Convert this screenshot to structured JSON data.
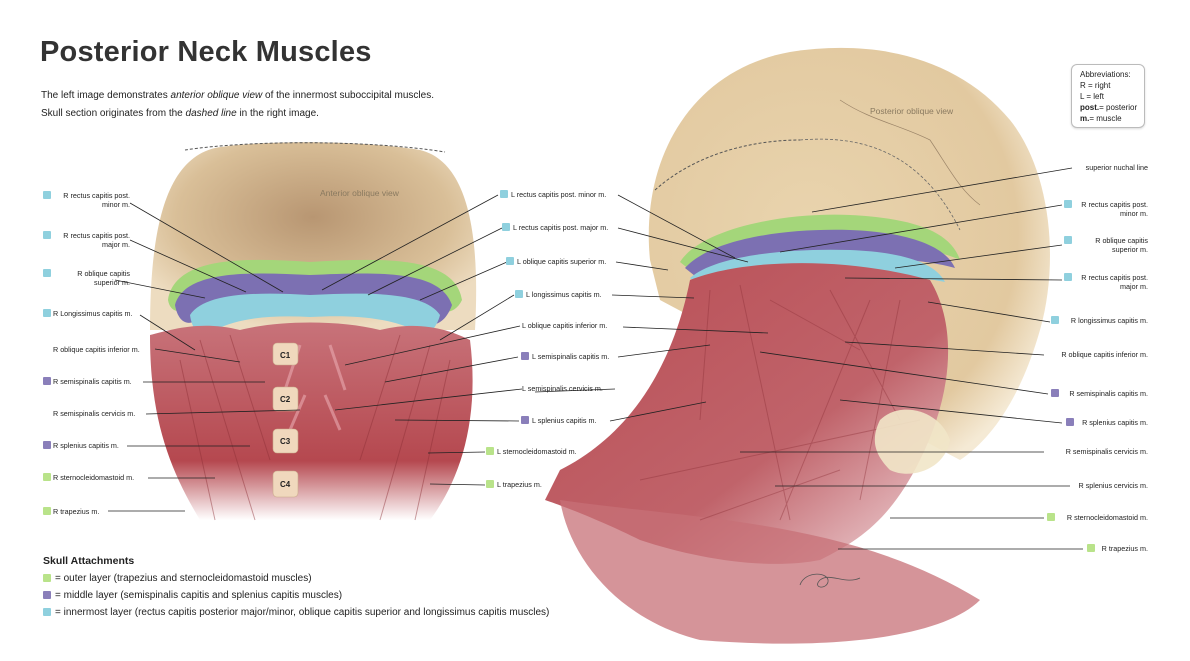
{
  "title": "Posterior Neck Muscles",
  "intro": {
    "line1_a": "The left image demonstrates ",
    "line1_em": "anterior oblique view",
    "line1_b": " of the innermost suboccipital muscles.",
    "line2_a": "Skull section originates from the ",
    "line2_em": "dashed line",
    "line2_b": " in the right image."
  },
  "abbreviations": {
    "heading": "Abbreviations:",
    "r": "R = right",
    "l": "L = left",
    "post_key": "post.",
    "post_val": "= posterior",
    "m_key": "m.",
    "m_val": "= muscle"
  },
  "views": {
    "left": "Anterior oblique view",
    "right": "Posterior oblique view"
  },
  "vertebrae": [
    "C1",
    "C2",
    "C3",
    "C4"
  ],
  "colors": {
    "outer": "#b9e38a",
    "middle": "#8a7fba",
    "innermost": "#8fd0de",
    "muscle": "#b5484f",
    "bone": "#e8d3b0"
  },
  "left_labels_left": [
    {
      "text": "R rectus capitis post.\nminor m.",
      "color": "innermost"
    },
    {
      "text": "R rectus capitis post.\nmajor m.",
      "color": "innermost"
    },
    {
      "text": "R oblique capitis\nsuperior m.",
      "color": "innermost"
    },
    {
      "text": "R Longissimus capitis m.",
      "color": "innermost"
    },
    {
      "text": "R oblique capitis inferior m.",
      "color": ""
    },
    {
      "text": "R semispinalis capitis m.",
      "color": "middle"
    },
    {
      "text": "R semispinalis cervicis m.",
      "color": ""
    },
    {
      "text": "R splenius capitis m.",
      "color": "middle"
    },
    {
      "text": "R sternocleidomastoid m.",
      "color": "outer"
    },
    {
      "text": "R trapezius m.",
      "color": "outer"
    }
  ],
  "left_labels_right": [
    {
      "text": "L rectus capitis post. minor m.",
      "color": "innermost"
    },
    {
      "text": "L rectus capitis post. major m.",
      "color": "innermost"
    },
    {
      "text": "L oblique capitis superior m.",
      "color": "innermost"
    },
    {
      "text": "L longissimus capitis m.",
      "color": "innermost"
    },
    {
      "text": "L oblique capitis inferior m.",
      "color": ""
    },
    {
      "text": "L semispinalis capitis m.",
      "color": "middle"
    },
    {
      "text": "L semispinalis cervicis m.",
      "color": ""
    },
    {
      "text": "L splenius capitis m.",
      "color": "middle"
    },
    {
      "text": "L sternocleidomastoid m.",
      "color": "outer"
    },
    {
      "text": "L trapezius m.",
      "color": "outer"
    }
  ],
  "right_labels": [
    {
      "text": "superior nuchal line",
      "color": ""
    },
    {
      "text": "R rectus capitis post.\nminor m.",
      "color": "innermost"
    },
    {
      "text": "R oblique capitis\nsuperior m.",
      "color": "innermost"
    },
    {
      "text": "R rectus capitis post.\nmajor m.",
      "color": "innermost"
    },
    {
      "text": "R longissimus capitis m.",
      "color": "innermost"
    },
    {
      "text": "R oblique capitis inferior m.",
      "color": ""
    },
    {
      "text": "R semispinalis capitis m.",
      "color": "middle"
    },
    {
      "text": "R splenius capitis m.",
      "color": "middle"
    },
    {
      "text": "R semispinalis cervicis m.",
      "color": ""
    },
    {
      "text": "R splenius cervicis m.",
      "color": ""
    },
    {
      "text": "R sternocleidomastoid m.",
      "color": "outer"
    },
    {
      "text": "R trapezius m.",
      "color": "outer"
    }
  ],
  "legend": {
    "title": "Skull Attachments",
    "items": [
      {
        "color": "outer",
        "prefix": "= ",
        "key": "outer",
        "rest": " layer (trapezius and sternocleidomastoid muscles)"
      },
      {
        "color": "middle",
        "prefix": "= ",
        "key": "middle",
        "rest": " layer (semispinalis capitis and splenius capitis muscles)"
      },
      {
        "color": "innermost",
        "prefix": "= ",
        "key": "innermost",
        "rest": " layer (rectus capitis posterior major/minor, oblique capitis superior and longissimus capitis muscles)"
      }
    ]
  }
}
